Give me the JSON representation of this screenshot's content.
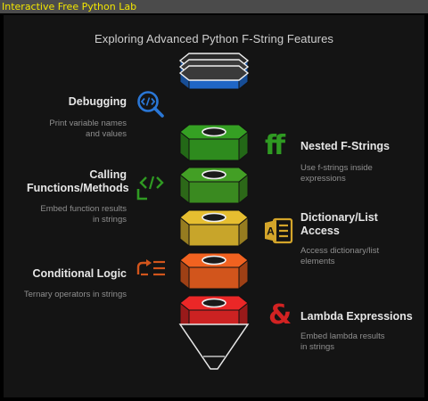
{
  "window": {
    "title": "Interactive Free Python Lab"
  },
  "diagram": {
    "title": "Exploring Advanced Python F-String Features",
    "left_items": [
      {
        "heading": "Debugging",
        "description": "Print variable names and values"
      },
      {
        "heading": "Calling Functions/Methods",
        "description": "Embed function results in strings"
      },
      {
        "heading": "Conditional Logic",
        "description": "Ternary operators in strings"
      }
    ],
    "right_items": [
      {
        "heading": "Nested F-Strings",
        "description": "Use f-strings inside expressions"
      },
      {
        "heading": "Dictionary/List Access",
        "description": "Access dictionary/list elements"
      },
      {
        "heading": "Lambda Expressions",
        "description": "Embed lambda results in strings"
      }
    ],
    "icons": {
      "debugging": "search-code-icon",
      "nested": "ff-icon",
      "calling": "code-brackets-icon",
      "dictionary": "document-a-icon",
      "conditional": "list-arrow-icon",
      "lambda": "ampersand-icon"
    },
    "icon_glyphs": {
      "nested": "ff",
      "lambda": "&"
    },
    "segment_colors": [
      "#1f66c6",
      "#2e8b1e",
      "#3a8a20",
      "#c8a52a",
      "#d2551c",
      "#cc2222"
    ],
    "colors": {
      "blue": "#1f66c6",
      "green": "#2e8b1e",
      "gold": "#c8a52a",
      "orange": "#d2551c",
      "red": "#cc2222"
    }
  }
}
